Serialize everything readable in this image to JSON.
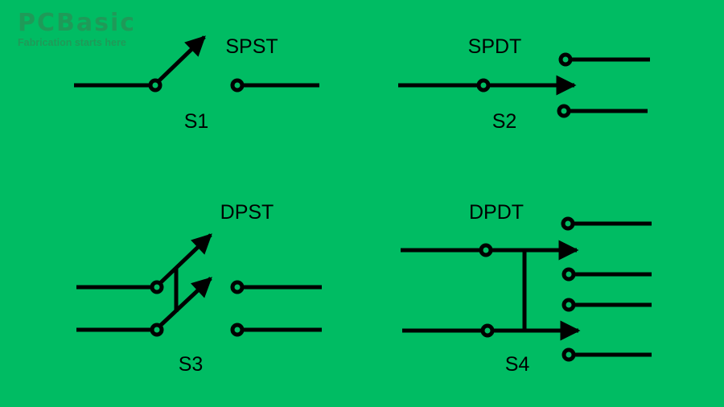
{
  "logo": {
    "brand": "PCBasic",
    "tagline": "Fabrication starts here"
  },
  "switches": [
    {
      "type": "SPST",
      "ref": "S1"
    },
    {
      "type": "SPDT",
      "ref": "S2"
    },
    {
      "type": "DPST",
      "ref": "S3"
    },
    {
      "type": "DPDT",
      "ref": "S4"
    }
  ],
  "colors": {
    "background": "#00bc63",
    "ink": "#000000",
    "logo": "#1f9a58"
  }
}
